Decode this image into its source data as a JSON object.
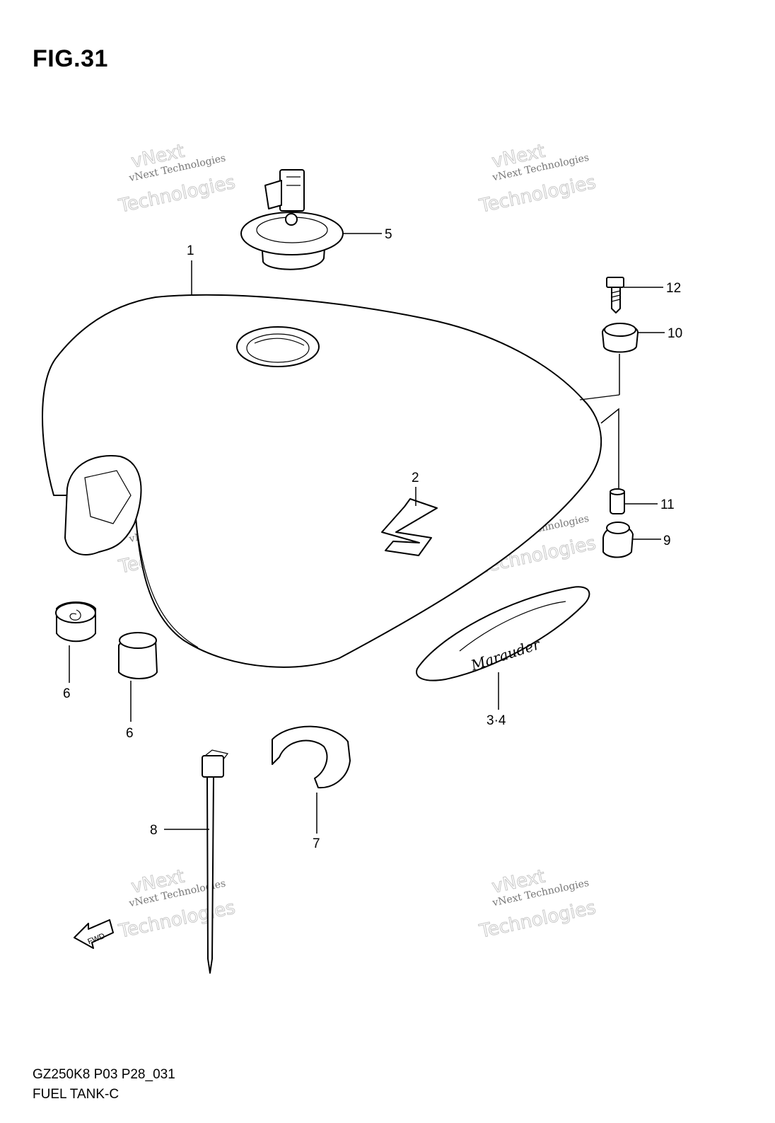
{
  "figure_title": "FIG.31",
  "callouts": {
    "c1": "1",
    "c2": "2",
    "c34": "3·4",
    "c5": "5",
    "c6a": "6",
    "c6b": "6",
    "c7": "7",
    "c8": "8",
    "c9": "9",
    "c10": "10",
    "c11": "11",
    "c12": "12"
  },
  "watermark": {
    "small": "vNext Technologies",
    "big": "vNext",
    "big2": "Technologies"
  },
  "fwd_label": "FWD",
  "emblem_text": "Marauder",
  "footer": {
    "code": "GZ250K8 P03 P28_031",
    "name": "FUEL TANK-C"
  }
}
